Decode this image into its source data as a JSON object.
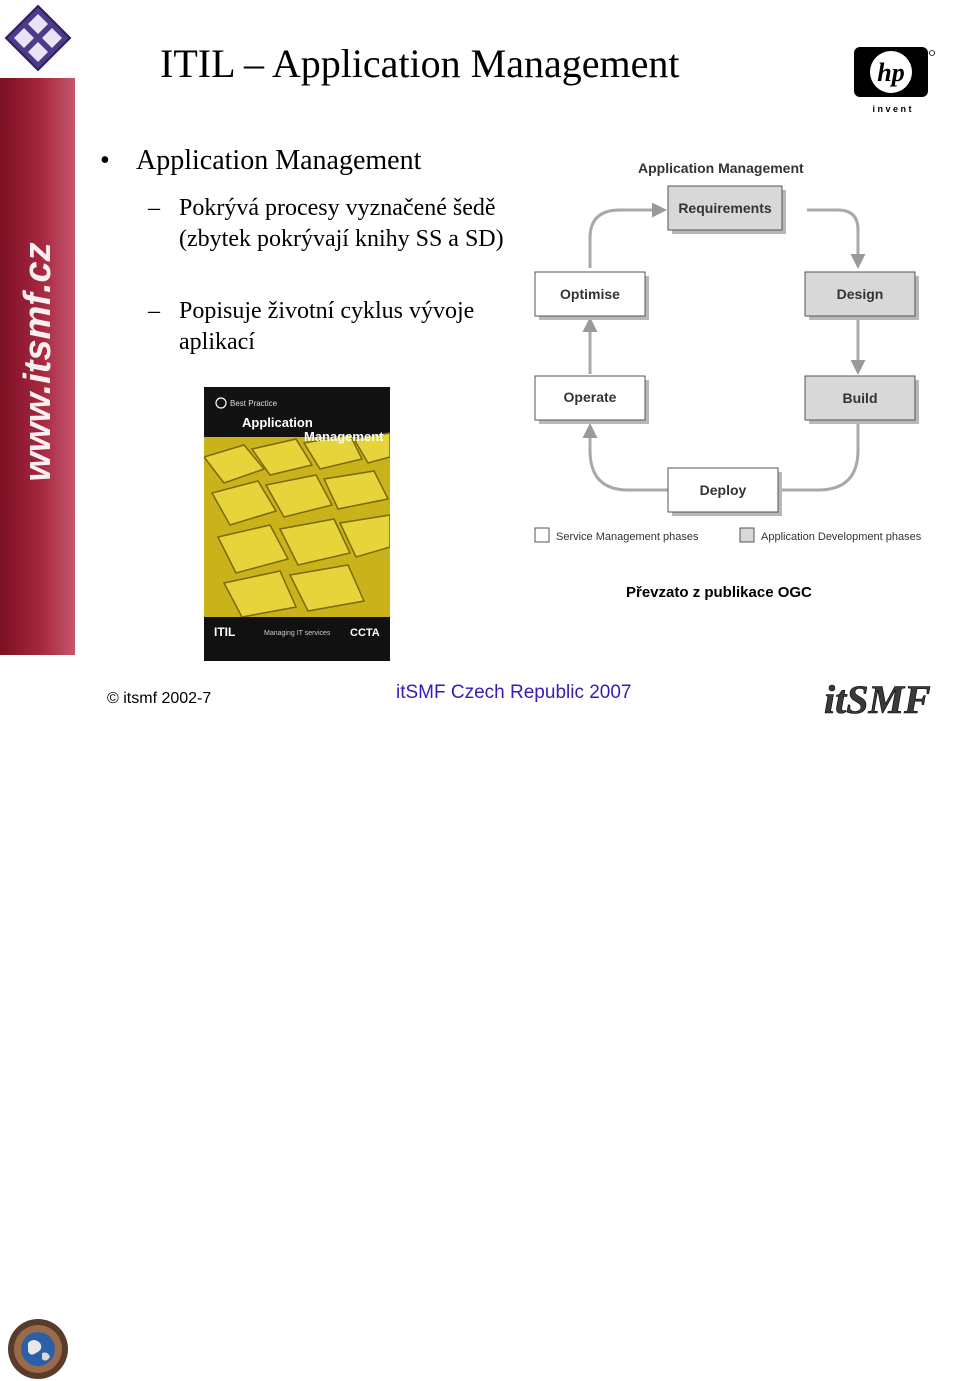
{
  "slide": {
    "title": "ITIL – Application Management",
    "bullet": "Application Management",
    "sub_items": [
      "Pokrývá procesy vyznačené šedě (zbytek pokrývají knihy SS a SD)",
      "Popisuje životní cyklus vývoje aplikací"
    ],
    "sidebar_text": "www.itsmf.cz",
    "credit": "Převzato z publikace OGC"
  },
  "logos": {
    "hp_mark": "hp",
    "hp_tagline": "i n v e n t",
    "itsmf": "itSMF"
  },
  "book": {
    "series": "Best Practice",
    "title_line1": "Application",
    "title_line2": "Management",
    "brand": "ITIL",
    "publisher": "CCTA",
    "subtitle": "Managing IT services"
  },
  "diagram": {
    "title": "Application Management",
    "boxes": [
      {
        "label": "Requirements",
        "shaded": true
      },
      {
        "label": "Design",
        "shaded": true
      },
      {
        "label": "Build",
        "shaded": true
      },
      {
        "label": "Deploy",
        "shaded": false
      },
      {
        "label": "Operate",
        "shaded": false
      },
      {
        "label": "Optimise",
        "shaded": false
      }
    ],
    "legend": [
      {
        "label": "Service Management phases",
        "shaded": false
      },
      {
        "label": "Application Development phases",
        "shaded": true
      }
    ],
    "colors": {
      "shaded": "#d8d8d8",
      "white": "#ffffff",
      "arrow": "#a9a9a9",
      "border": "#333333"
    }
  },
  "footer": {
    "left": "© itsmf 2002-7",
    "center": "itSMF Czech Republic 2007"
  },
  "colors": {
    "sidebar": "#a6283f",
    "footer_center": "#3a1ab8",
    "book_yellow": "#d6c21c"
  }
}
